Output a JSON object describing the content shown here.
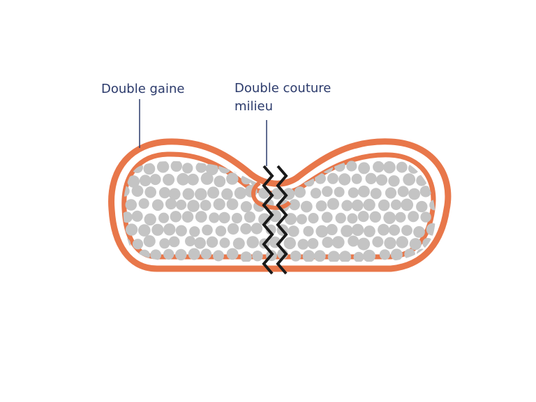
{
  "labels": {
    "double_gaine": "Double gaine",
    "double_couture_line1": "Double couture",
    "double_couture_line2": "milieu"
  },
  "colors": {
    "sheath": "#e8774a",
    "filling": "#c4c4c4",
    "stitch": "#1a1a1a",
    "leader": "#2b3a6b",
    "label_text": "#2b3a6b"
  }
}
